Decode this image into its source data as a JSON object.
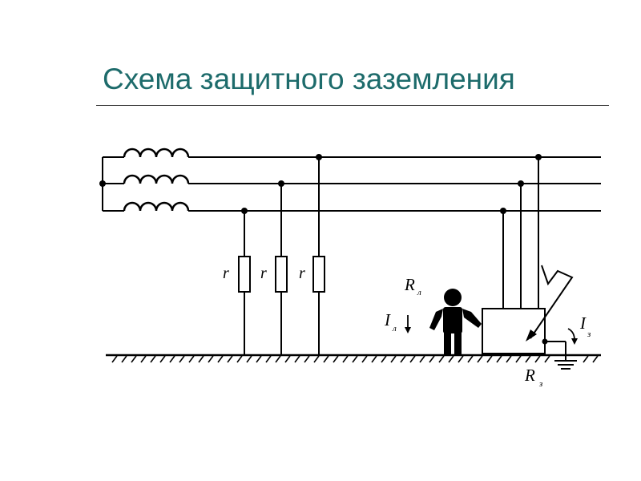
{
  "title": "Схема защитного заземления",
  "labels": {
    "resistor_1": "r",
    "resistor_2": "r",
    "resistor_3": "r",
    "person_resistance": "R",
    "person_resistance_sub": "л",
    "person_current": "I",
    "person_current_sub": "л",
    "ground_current": "I",
    "ground_current_sub": "з",
    "ground_resistance": "R",
    "ground_resistance_sub": "з"
  },
  "colors": {
    "title": "#1d6b6b",
    "lines": "#000000"
  },
  "icons": [
    "transformer-coil-icon",
    "resistor-icon",
    "person-icon",
    "lightning-arrow-icon",
    "ground-symbol-icon"
  ]
}
